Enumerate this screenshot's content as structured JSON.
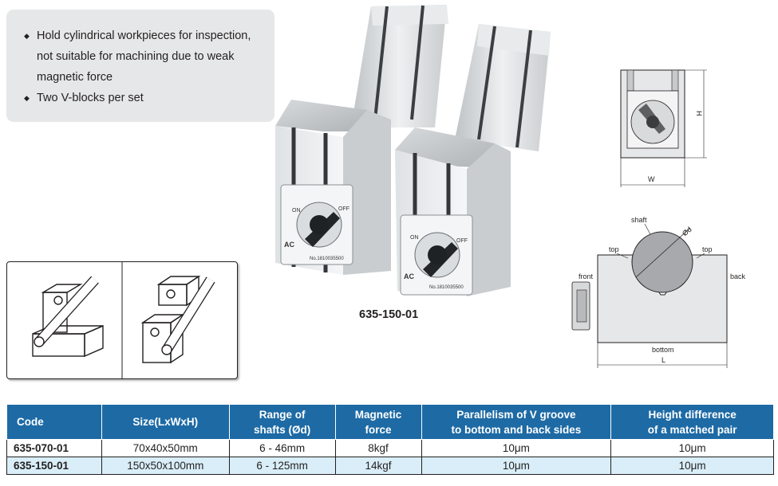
{
  "features": [
    {
      "line1": "Hold cylindrical workpieces for inspection,",
      "line2": "not suitable for machining due to weak",
      "line3": "magnetic force"
    },
    {
      "line1": "Two V-blocks per set"
    }
  ],
  "photo": {
    "caption": "635-150-01",
    "switch_labels": {
      "on": "ON",
      "off": "OFF"
    },
    "brand": "AC",
    "plate_text": "No.1810035500"
  },
  "dimension_top": {
    "h_label": "H",
    "w_label": "W"
  },
  "dimension_side": {
    "shaft_label": "shaft",
    "dia_label": "Ød",
    "top_left_label": "top",
    "top_right_label": "top",
    "front_label": "front",
    "back_label": "back",
    "bottom_label": "bottom",
    "l_label": "L"
  },
  "table": {
    "headers": {
      "code": "Code",
      "size": "Size(LxWxH)",
      "range_line1": "Range of",
      "range_line2": "shafts (Ød)",
      "force_line1": "Magnetic",
      "force_line2": "force",
      "parallel_line1": "Parallelism of V groove",
      "parallel_line2": "to bottom and back sides",
      "height_line1": "Height difference",
      "height_line2": "of a matched pair"
    },
    "rows": [
      {
        "code": "635-070-01",
        "size": "70x40x50mm",
        "range": "6 - 46mm",
        "force": "8kgf",
        "parallelism": "10μm",
        "height_diff": "10μm"
      },
      {
        "code": "635-150-01",
        "size": "150x50x100mm",
        "range": "6 - 125mm",
        "force": "14kgf",
        "parallelism": "10μm",
        "height_diff": "10μm"
      }
    ]
  }
}
